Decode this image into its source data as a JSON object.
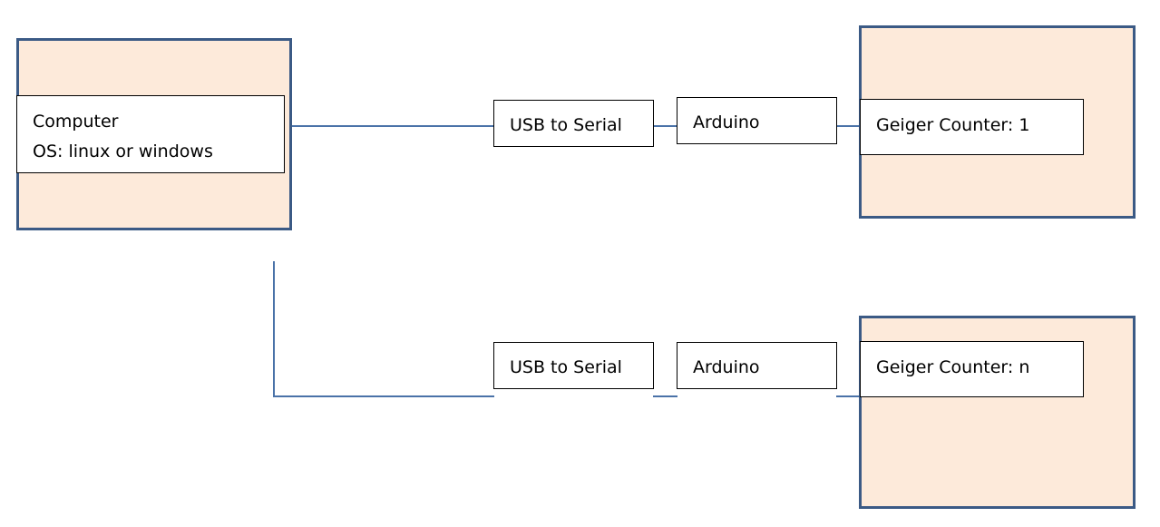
{
  "computer": {
    "name_line": "Computer",
    "os_line": "OS: linux or windows"
  },
  "chain_1": {
    "usb": "USB to Serial",
    "arduino": "Arduino",
    "geiger": "Geiger Counter: 1"
  },
  "chain_n": {
    "usb": "USB to Serial",
    "arduino": "Arduino",
    "geiger": "Geiger Counter: n"
  },
  "colors": {
    "panel_fill": "#fdeada",
    "panel_border": "#3b5a85",
    "connector": "#4a72a8"
  }
}
